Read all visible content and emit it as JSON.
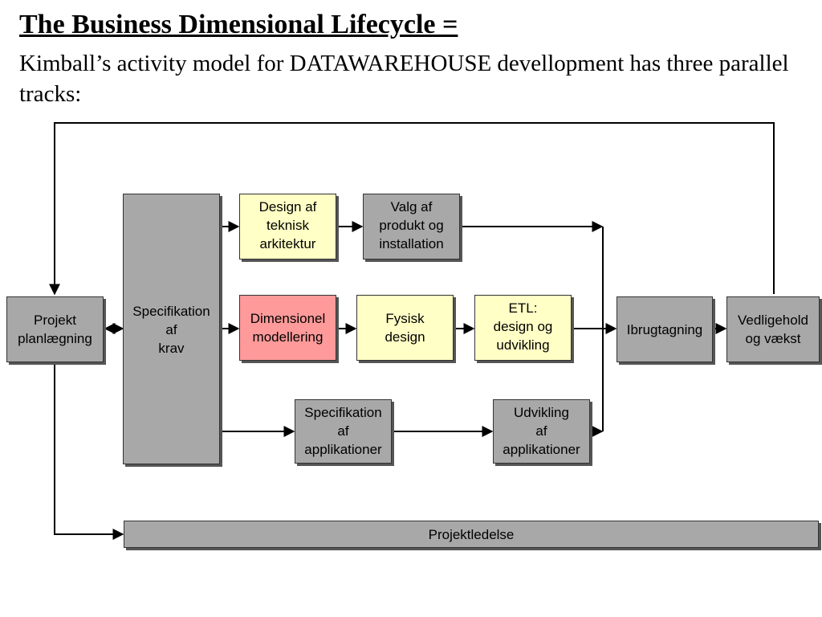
{
  "title": "The Business Dimensional Lifecycle =",
  "subtitle": "Kimball’s activity model for DATAWAREHOUSE devellopment has three parallel tracks:",
  "colors": {
    "gray_box": "#a8a8a8",
    "yellow_box": "#ffffc6",
    "pink_box": "#fe9a9a",
    "lines": "#000000"
  },
  "boxes": {
    "projekt_planlaegning": "Projekt\nplanlægning",
    "specifikation_krav": "Specifikation\naf\nkrav",
    "design_teknisk_arkitektur": "Design af\nteknisk\narkitektur",
    "valg_produkt_installation": "Valg af\nprodukt og\ninstallation",
    "dimensionel_modellering": "Dimensionel\nmodellering",
    "fysisk_design": "Fysisk\ndesign",
    "etl_design_udvikling": "ETL:\ndesign og\nudvikling",
    "specifikation_applikationer": "Specifikation\naf\napplikationer",
    "udvikling_applikationer": "Udvikling\naf\napplikationer",
    "ibrugtagning": "Ibrugtagning",
    "vedligehold_vaekst": "Vedligehold\nog vækst",
    "projektledelse": "Projektledelse"
  }
}
